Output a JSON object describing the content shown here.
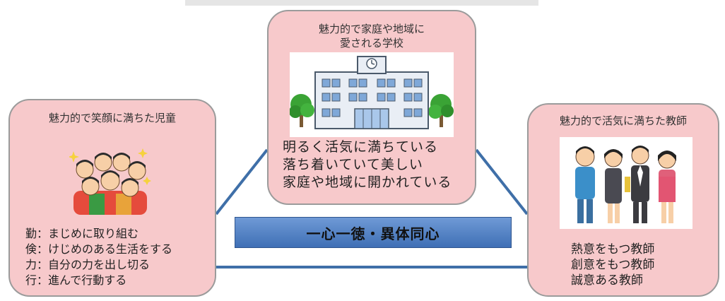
{
  "top_box": {
    "title": [
      "魅力的で家庭や地域に",
      "愛される学校"
    ],
    "points": [
      "明るく活気に満ちている",
      "落ち着いていて美しい",
      "家庭や地域に開かれている"
    ]
  },
  "left_box": {
    "title": "魅力的で笑顔に満ちた児童",
    "points": [
      "勤：まじめに取り組む",
      "倹：けじめのある生活をする",
      "力：自分の力を出し切る",
      "行：進んで行動する"
    ]
  },
  "right_box": {
    "title": "魅力的で活気に満ちた教師",
    "points": [
      "熱意をもつ教師",
      "創意をもつ教師",
      "誠意ある教師"
    ]
  },
  "center_banner": "一心一徳・異体同心",
  "colors": {
    "box_fill": "#f7c9cb",
    "banner": "#4f7fc4",
    "connector": "#3f6fa8"
  }
}
